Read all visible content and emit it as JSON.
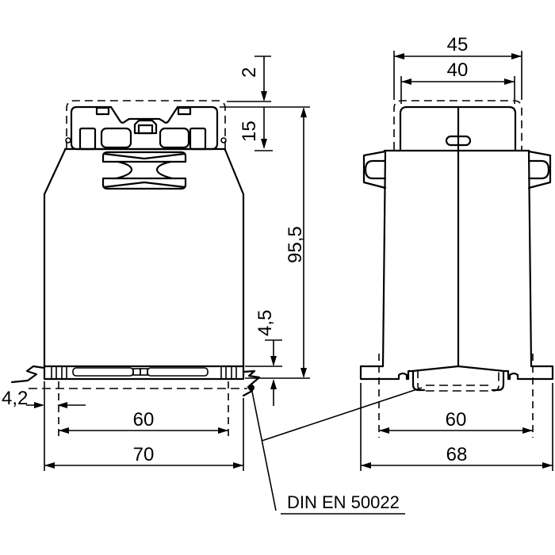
{
  "drawing": {
    "background": "#ffffff",
    "line_color": "#000000",
    "rail_standard_label": "DIN EN 50022",
    "dims": {
      "cover_outer_width": "45",
      "cover_inner_width": "40",
      "cover_protrusion": "2",
      "terminal_depth": "15",
      "total_height": "95,5",
      "foot_height": "4,5",
      "clip_width": "4,2",
      "front_slot_spacing": "60",
      "front_overall_width": "70",
      "side_slot_spacing": "60",
      "side_overall_width": "68"
    }
  }
}
